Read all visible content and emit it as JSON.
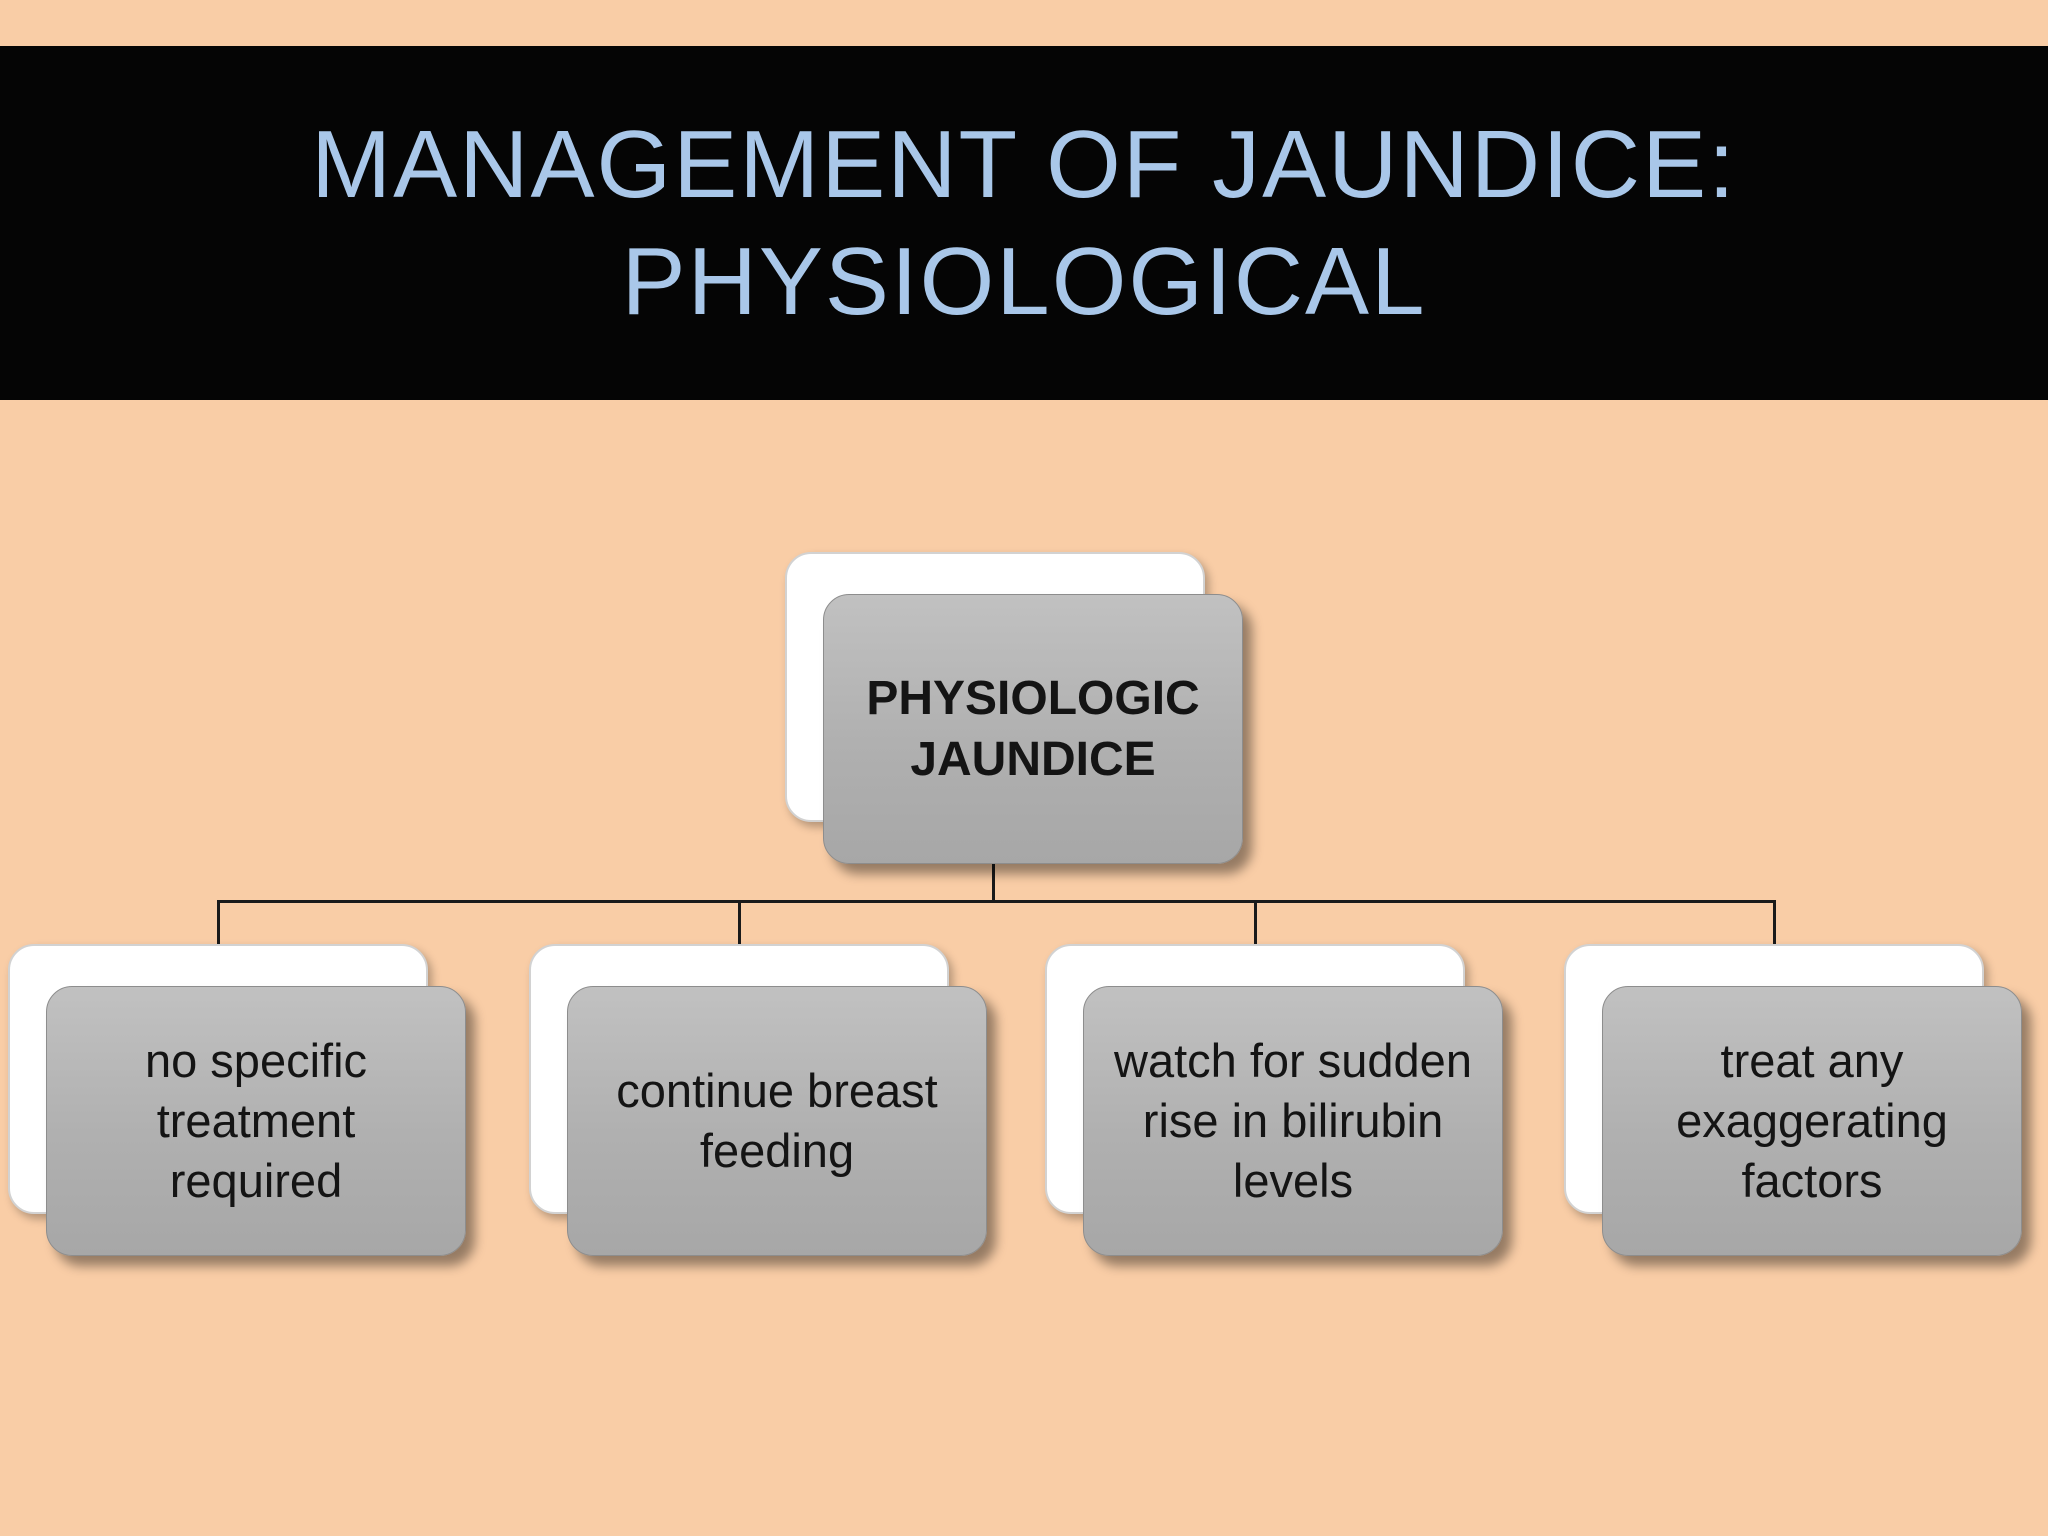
{
  "slide_title": {
    "line1": "MANAGEMENT OF JAUNDICE:",
    "line2": "PHYSIOLOGICAL"
  },
  "diagram": {
    "root": {
      "label": "PHYSIOLOGIC JAUNDICE"
    },
    "children": [
      {
        "label": "no specific treatment required"
      },
      {
        "label": "continue breast feeding"
      },
      {
        "label": "watch for sudden rise in bilirubin levels"
      },
      {
        "label": "treat any exaggerating factors"
      }
    ]
  },
  "colors": {
    "background": "#f9cda6",
    "banner": "#050505",
    "title_text": "#a9c7e9",
    "node_fill": "#b0b0b0",
    "node_back_fill": "#ffffff",
    "node_text": "#141414",
    "connector": "#1a1a1a"
  }
}
